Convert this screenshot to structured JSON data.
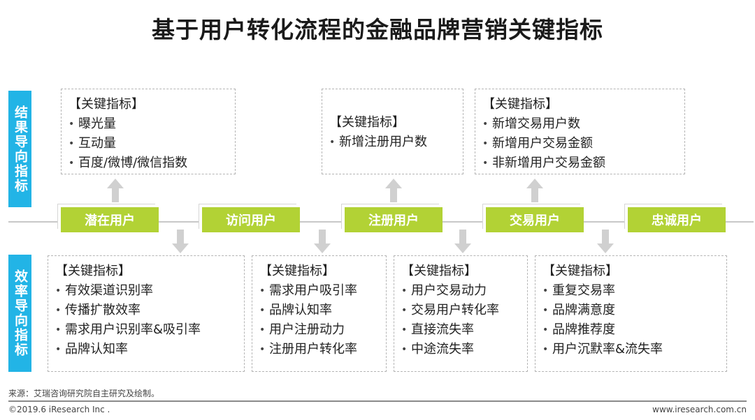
{
  "title": "基于用户转化流程的金融品牌营销关键指标",
  "side_labels": {
    "top": "结果导向指标",
    "bottom": "效率导向指标"
  },
  "stages": [
    "潜在用户",
    "访问用户",
    "注册用户",
    "交易用户",
    "忠诚用户"
  ],
  "result_boxes": [
    {
      "header": "【关键指标】",
      "items": [
        "曝光量",
        "互动量",
        "百度/微博/微信指数"
      ]
    },
    {
      "header": "【关键指标】",
      "items": [
        "新增注册用户数"
      ]
    },
    {
      "header": "【关键指标】",
      "items": [
        "新增交易用户数",
        "新增用户交易金额",
        "非新增用户交易金额"
      ]
    }
  ],
  "efficiency_boxes": [
    {
      "header": "【关键指标】",
      "items": [
        "有效渠道识别率",
        "传播扩散效率",
        "需求用户识别率&吸引率",
        "品牌认知率"
      ]
    },
    {
      "header": "【关键指标】",
      "items": [
        "需求用户吸引率",
        "品牌认知率",
        "用户注册动力",
        "注册用户转化率"
      ]
    },
    {
      "header": "【关键指标】",
      "items": [
        "用户交易动力",
        "交易用户转化率",
        "直接流失率",
        "中途流失率"
      ]
    },
    {
      "header": "【关键指标】",
      "items": [
        "重复交易率",
        "品牌满意度",
        "品牌推荐度",
        "用户沉默率&流失率"
      ]
    }
  ],
  "footer": {
    "source": "来源：艾瑞咨询研究院自主研究及绘制。",
    "copyright": "©2019.6 iResearch Inc .",
    "url": "www.iresearch.com.cn"
  },
  "colors": {
    "stage": "#b2d235",
    "side": "#22b4e6",
    "arrow": "#d0d0d0"
  }
}
